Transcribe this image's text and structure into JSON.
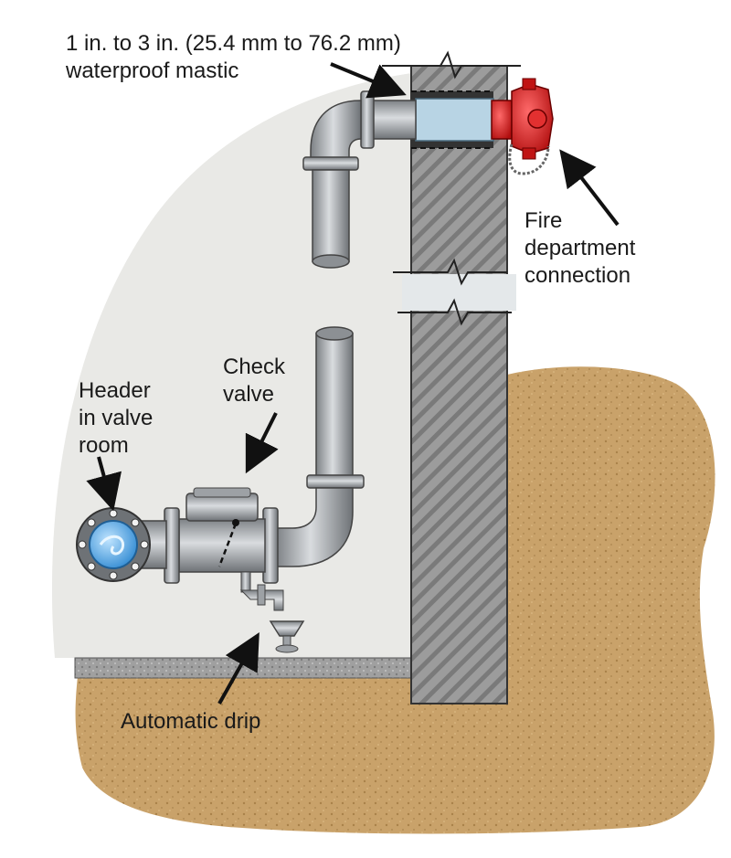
{
  "labels": {
    "mastic_line1": "1 in. to 3 in. (25.4 mm to 76.2 mm)",
    "mastic_line2": "waterproof mastic",
    "fdc_line1": "Fire",
    "fdc_line2": "department",
    "fdc_line3": "connection",
    "check_line1": "Check",
    "check_line2": "valve",
    "header_line1": "Header",
    "header_line2": "in valve",
    "header_line3": "room",
    "drip": "Automatic drip"
  },
  "colors": {
    "soil": "#c9a26a",
    "wall": "#9a9a9a",
    "room": "#e9e9e6",
    "pipe": "#a8acb0",
    "fdc": "#d81e1e",
    "header_water": "#4aa8e8",
    "pipe_sleeve": "#b8d4e4"
  },
  "icons": [
    "arrow-icon",
    "fdc-cap-icon",
    "chain-icon",
    "break-mark-icon"
  ]
}
